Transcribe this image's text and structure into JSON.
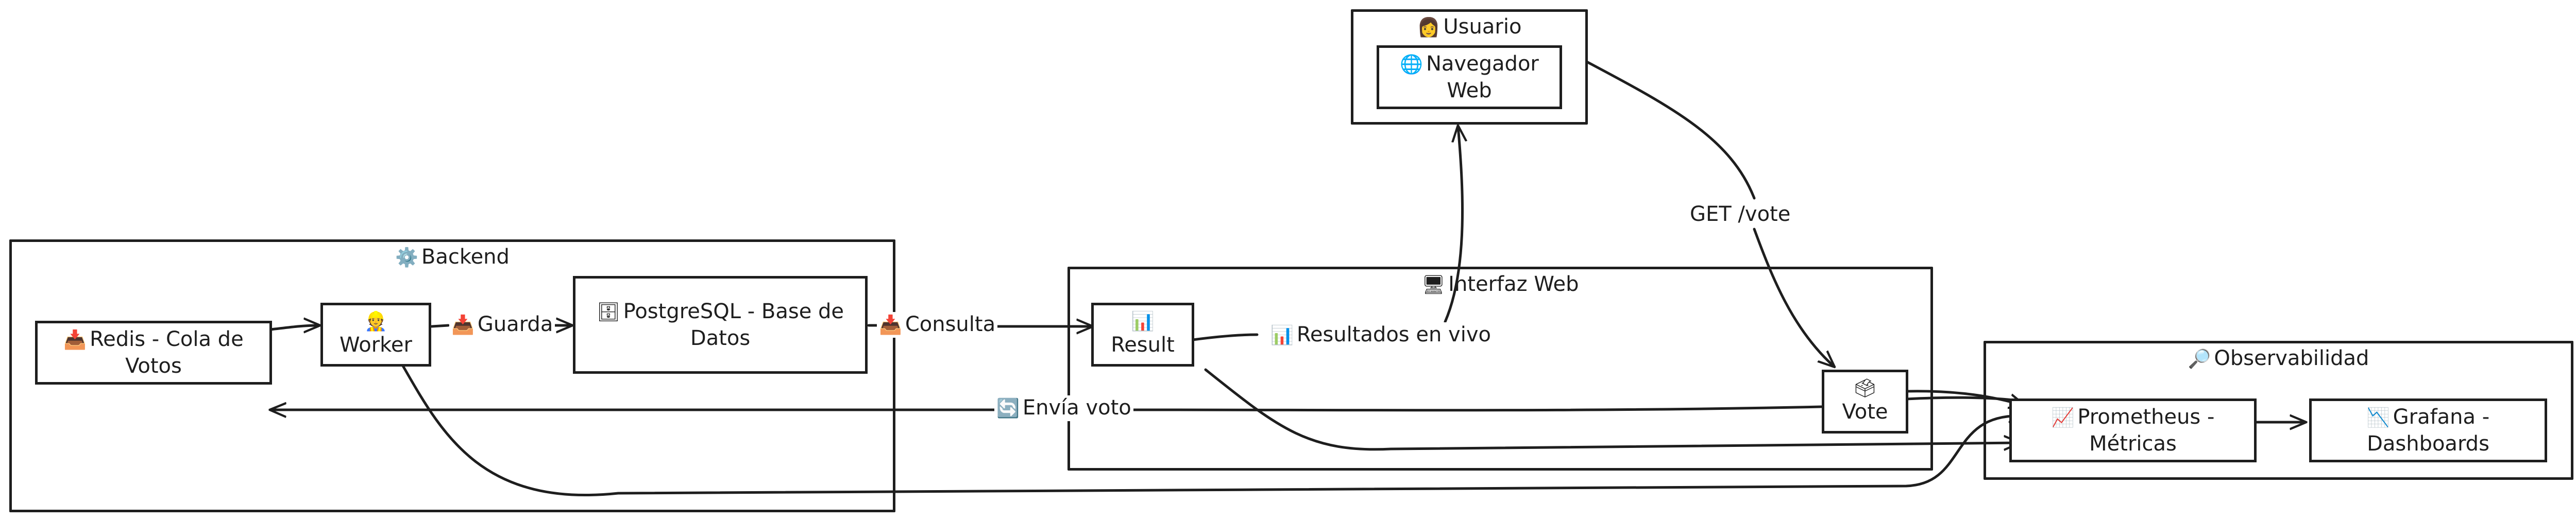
{
  "groups": {
    "usuario": {
      "icon": "👩",
      "label": "Usuario"
    },
    "backend": {
      "icon": "⚙️",
      "label": "Backend"
    },
    "interfaz": {
      "icon": "🖥",
      "label": "Interfaz Web"
    },
    "observabilidad": {
      "icon": "🔎",
      "label": "Observabilidad"
    }
  },
  "nodes": {
    "navegador": {
      "icon": "🌐",
      "label": "Navegador Web"
    },
    "redis": {
      "icon": "📥",
      "label": "Redis - Cola de Votos"
    },
    "worker": {
      "icon": "👷",
      "label": "Worker"
    },
    "postgres": {
      "icon": "🗄",
      "label": "PostgreSQL - Base de Datos"
    },
    "result": {
      "icon": "📊",
      "label": "Result"
    },
    "vote": {
      "icon": "🗳",
      "label": "Vote"
    },
    "prometheus": {
      "icon": "📈",
      "label": "Prometheus - Métricas"
    },
    "grafana": {
      "icon": "📉",
      "label": "Grafana - Dashboards"
    }
  },
  "edges": {
    "guarda": {
      "icon": "📥",
      "label": "Guarda"
    },
    "consulta": {
      "icon": "📥",
      "label": "Consulta"
    },
    "resultados": {
      "icon": "📊",
      "label": "Resultados en vivo"
    },
    "get_vote": {
      "label": "GET /vote"
    },
    "envia_voto": {
      "icon": "🔄",
      "label": "Envía voto"
    }
  },
  "colors": {
    "stroke": "#1e1e1e",
    "background": "#ffffff"
  }
}
